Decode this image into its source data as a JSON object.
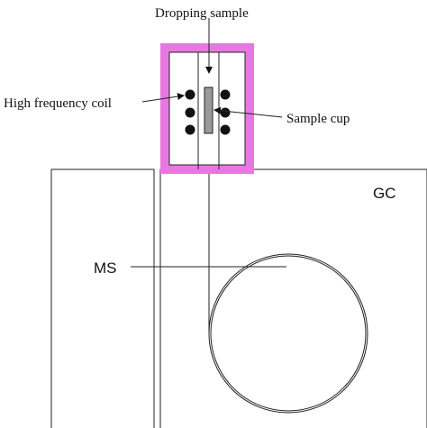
{
  "labels": {
    "dropping_sample": "Dropping sample",
    "high_frequency_coil": "High frequency coil",
    "sample_cup": "Sample cup",
    "gc": "GC",
    "ms": "MS"
  },
  "colors": {
    "furnace_frame": "#e878e0",
    "line": "#222222",
    "coil_dot": "#111111",
    "sample_cup_fill": "#9a9a9a"
  }
}
